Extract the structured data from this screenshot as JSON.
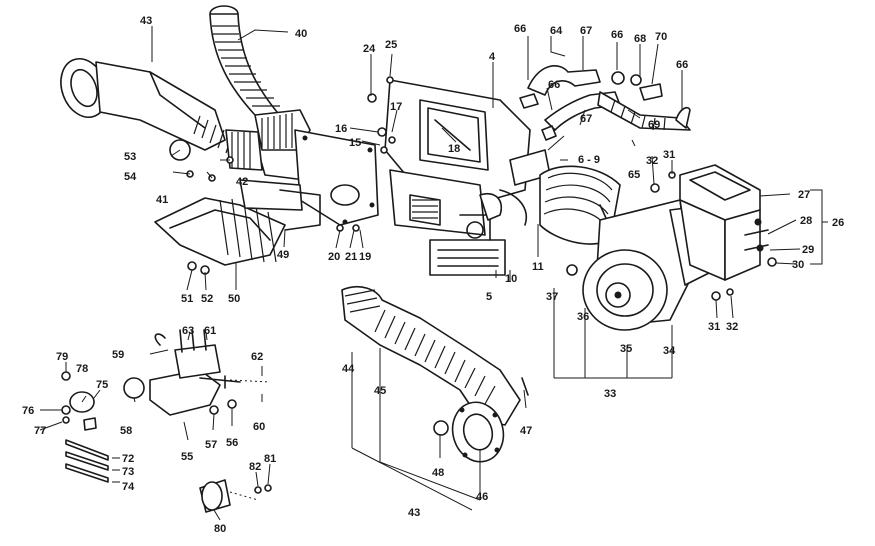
{
  "diagram": {
    "parts": {
      "p4": "4",
      "p5": "5",
      "p6_9": "6 - 9",
      "p10": "10",
      "p11": "11",
      "p15": "15",
      "p16": "16",
      "p17": "17",
      "p18": "18",
      "p19": "19",
      "p20": "20",
      "p21": "21",
      "p24": "24",
      "p25": "25",
      "p26": "26",
      "p27": "27",
      "p28": "28",
      "p29": "29",
      "p30": "30",
      "p31a": "31",
      "p31b": "31",
      "p32a": "32",
      "p32b": "32",
      "p33": "33",
      "p34": "34",
      "p35": "35",
      "p36": "36",
      "p37": "37",
      "p40": "40",
      "p41": "41",
      "p42": "42",
      "p43a": "43",
      "p43b": "43",
      "p44": "44",
      "p45": "45",
      "p46": "46",
      "p47": "47",
      "p48": "48",
      "p49": "49",
      "p50": "50",
      "p51": "51",
      "p52": "52",
      "p53": "53",
      "p54": "54",
      "p55": "55",
      "p56": "56",
      "p57": "57",
      "p58": "58",
      "p59": "59",
      "p60": "60",
      "p61": "61",
      "p62": "62",
      "p63": "63",
      "p64": "64",
      "p65": "65",
      "p66a": "66",
      "p66b": "66",
      "p66c": "66",
      "p66d": "66",
      "p67a": "67",
      "p67b": "67",
      "p68": "68",
      "p69": "69",
      "p70": "70",
      "p72": "72",
      "p73": "73",
      "p74": "74",
      "p75": "75",
      "p76": "76",
      "p77": "77",
      "p78": "78",
      "p79": "79",
      "p80": "80",
      "p81": "81",
      "p82": "82"
    }
  }
}
